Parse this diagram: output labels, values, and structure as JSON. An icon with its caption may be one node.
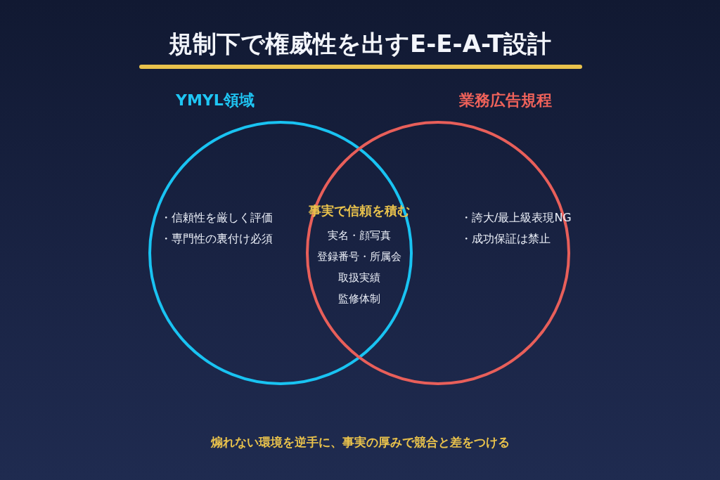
{
  "diagram": {
    "title": "規制下で権威性を出すE-E-A-T設計",
    "caption": "煽れない環境を逆手に、事実の厚みで競合と差をつける",
    "nodes": [
      {
        "text": [
          "YMYL領域",
          "・信頼性を厳しく評価",
          "・専門性の裏付け必須"
        ]
      },
      {
        "text": [
          "業務広告規程",
          "・誇大/最上級表現NG",
          "・成功保証は禁止"
        ]
      },
      {
        "text": [
          "事実で信頼を積む",
          "実名・顔写真",
          "登録番号・所属会",
          "取扱実績",
          "監修体制"
        ]
      }
    ]
  }
}
